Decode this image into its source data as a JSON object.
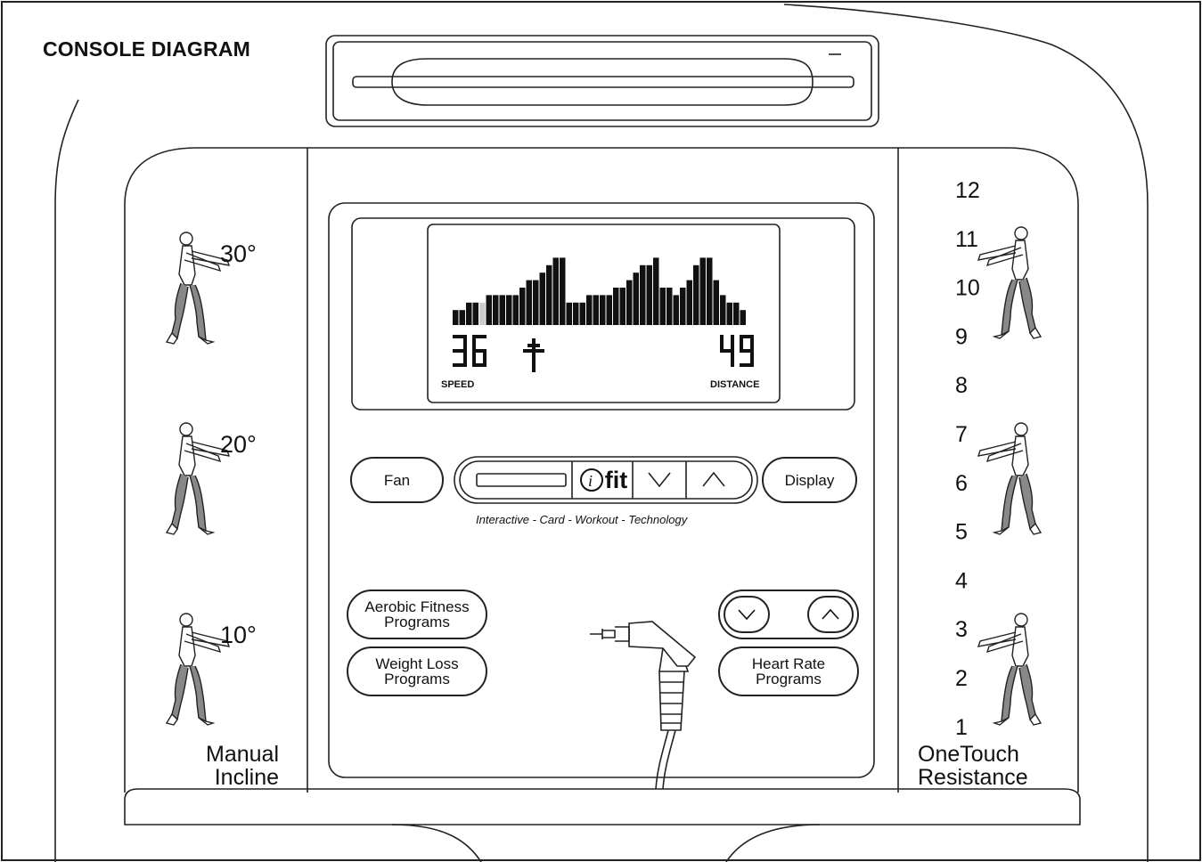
{
  "title": "CONSOLE DIAGRAM",
  "manual_incline": {
    "levels": [
      "30°",
      "20°",
      "10°"
    ],
    "label_line1": "Manual",
    "label_line2": "Incline"
  },
  "onetouch_resistance": {
    "levels": [
      "12",
      "11",
      "10",
      "9",
      "8",
      "7",
      "6",
      "5",
      "4",
      "3",
      "2",
      "1"
    ],
    "label_line1": "OneTouch",
    "label_line2": "Resistance"
  },
  "display": {
    "left_value": "36",
    "left_label": "SPEED",
    "right_value": "49",
    "right_label": "DISTANCE",
    "profile_bars": [
      2,
      2,
      3,
      3,
      3,
      4,
      4,
      4,
      4,
      4,
      5,
      6,
      6,
      7,
      8,
      9,
      9,
      3,
      3,
      3,
      4,
      4,
      4,
      4,
      5,
      5,
      6,
      7,
      8,
      8,
      9,
      5,
      5,
      4,
      5,
      6,
      8,
      9,
      9,
      6,
      4,
      3,
      3,
      2
    ]
  },
  "buttons": {
    "fan": "Fan",
    "ifit": "fit",
    "display": "Display",
    "aerobic_line1": "Aerobic Fitness",
    "aerobic_line2": "Programs",
    "weightloss_line1": "Weight Loss",
    "weightloss_line2": "Programs",
    "heartrate_line1": "Heart Rate",
    "heartrate_line2": "Programs"
  },
  "tagline": "Interactive - Card - Workout - Technology",
  "icons": {
    "incline_figure": "runner-figure-icon",
    "resistance_figure": "runner-figure-icon",
    "down_arrow": "chevron-down-icon",
    "up_arrow": "chevron-up-icon",
    "audio_cable": "audio-cable-icon",
    "ifit_logo": "ifit-logo-icon"
  }
}
